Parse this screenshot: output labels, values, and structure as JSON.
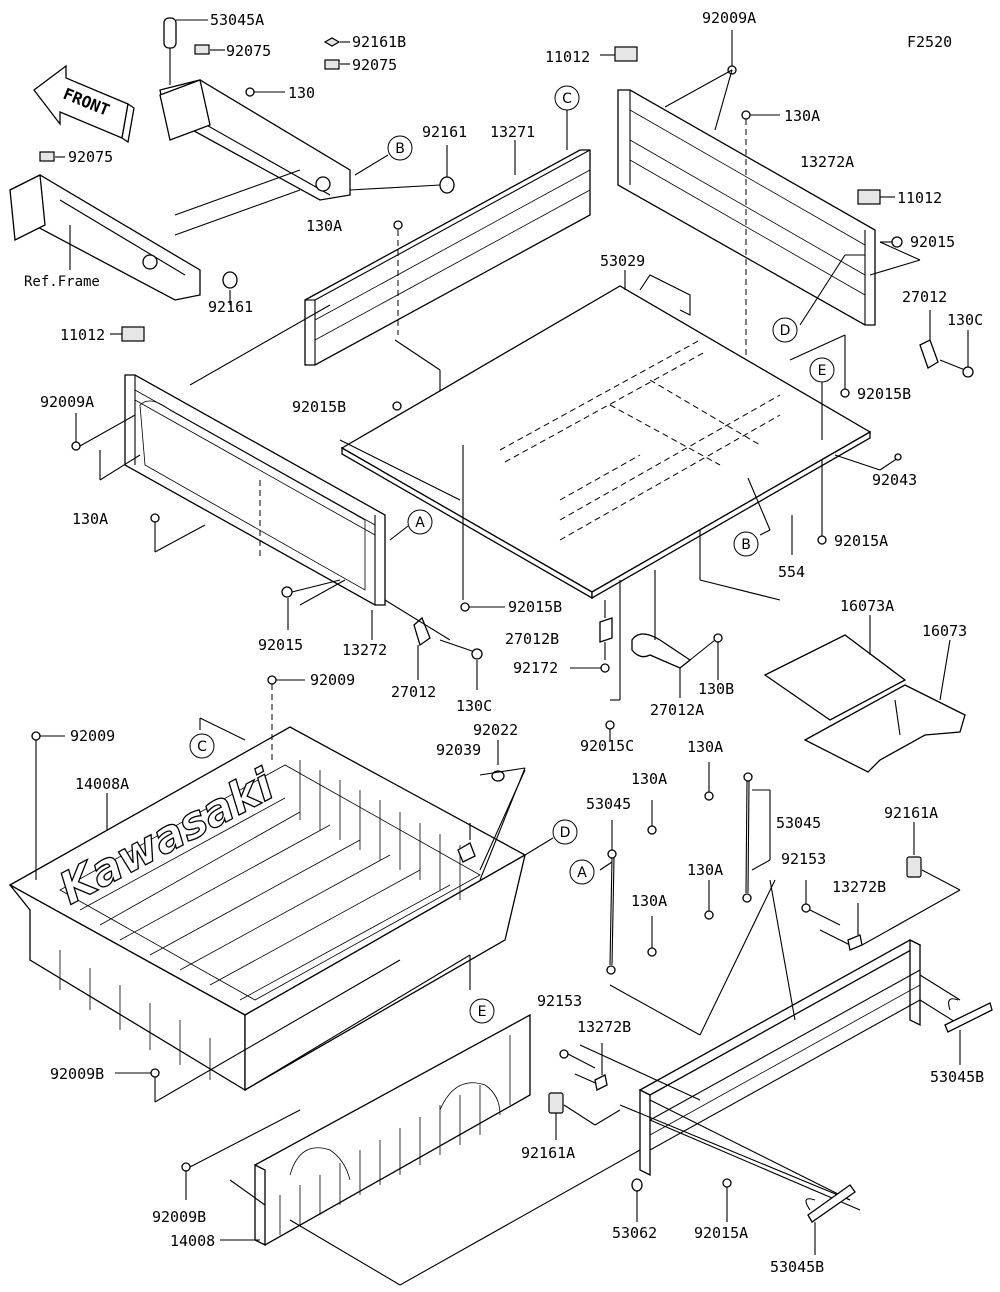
{
  "figure_code": "F2520",
  "front_label": "FRONT",
  "ref_frame_label": "Ref.Frame",
  "brand_text": "Kawasaki",
  "parts": [
    {
      "id": "p53045A",
      "label": "53045A"
    },
    {
      "id": "p92075a",
      "label": "92075"
    },
    {
      "id": "p92161B",
      "label": "92161B"
    },
    {
      "id": "p92075b",
      "label": "92075"
    },
    {
      "id": "p130",
      "label": "130"
    },
    {
      "id": "p92161a",
      "label": "92161"
    },
    {
      "id": "p92075c",
      "label": "92075"
    },
    {
      "id": "p92161b",
      "label": "92161"
    },
    {
      "id": "p13271",
      "label": "13271"
    },
    {
      "id": "p11012a",
      "label": "11012"
    },
    {
      "id": "p92009Aa",
      "label": "92009A"
    },
    {
      "id": "p130Aa",
      "label": "130A"
    },
    {
      "id": "p13272A",
      "label": "13272A"
    },
    {
      "id": "p11012b",
      "label": "11012"
    },
    {
      "id": "p92015a",
      "label": "92015"
    },
    {
      "id": "p27012a",
      "label": "27012"
    },
    {
      "id": "p130Ca",
      "label": "130C"
    },
    {
      "id": "p130Ab",
      "label": "130A"
    },
    {
      "id": "p53029",
      "label": "53029"
    },
    {
      "id": "p11012c",
      "label": "11012"
    },
    {
      "id": "p92009Ab",
      "label": "92009A"
    },
    {
      "id": "p92015Ba",
      "label": "92015B"
    },
    {
      "id": "p92015Bb",
      "label": "92015B"
    },
    {
      "id": "p92043",
      "label": "92043"
    },
    {
      "id": "p130Ac",
      "label": "130A"
    },
    {
      "id": "p92015Aa",
      "label": "92015A"
    },
    {
      "id": "p554",
      "label": "554"
    },
    {
      "id": "p92015Bc",
      "label": "92015B"
    },
    {
      "id": "p92015b",
      "label": "92015"
    },
    {
      "id": "p13272",
      "label": "13272"
    },
    {
      "id": "p27012b",
      "label": "27012"
    },
    {
      "id": "p130Cb",
      "label": "130C"
    },
    {
      "id": "p27012B",
      "label": "27012B"
    },
    {
      "id": "p92172",
      "label": "92172"
    },
    {
      "id": "p130B",
      "label": "130B"
    },
    {
      "id": "p27012A",
      "label": "27012A"
    },
    {
      "id": "p16073A",
      "label": "16073A"
    },
    {
      "id": "p16073",
      "label": "16073"
    },
    {
      "id": "p92009a",
      "label": "92009"
    },
    {
      "id": "p92009b",
      "label": "92009"
    },
    {
      "id": "p92022",
      "label": "92022"
    },
    {
      "id": "p92039",
      "label": "92039"
    },
    {
      "id": "p14008A",
      "label": "14008A"
    },
    {
      "id": "p92015C",
      "label": "92015C"
    },
    {
      "id": "p130Ad",
      "label": "130A"
    },
    {
      "id": "p130Ae",
      "label": "130A"
    },
    {
      "id": "p53045a",
      "label": "53045"
    },
    {
      "id": "p53045b",
      "label": "53045"
    },
    {
      "id": "p92161A",
      "label": "92161A"
    },
    {
      "id": "p92153a",
      "label": "92153"
    },
    {
      "id": "p130Af",
      "label": "130A"
    },
    {
      "id": "p13272Ba",
      "label": "13272B"
    },
    {
      "id": "p130Ag",
      "label": "130A"
    },
    {
      "id": "p92009B",
      "label": "92009B"
    },
    {
      "id": "p92153b",
      "label": "92153"
    },
    {
      "id": "p13272Bb",
      "label": "13272B"
    },
    {
      "id": "p53045Ba",
      "label": "53045B"
    },
    {
      "id": "p92161Ab",
      "label": "92161A"
    },
    {
      "id": "p92009Bb",
      "label": "92009B"
    },
    {
      "id": "p14008",
      "label": "14008"
    },
    {
      "id": "p53062",
      "label": "53062"
    },
    {
      "id": "p92015Ab",
      "label": "92015A"
    },
    {
      "id": "p53045Bb",
      "label": "53045B"
    }
  ],
  "ref_markers": [
    {
      "id": "mB1",
      "letter": "B"
    },
    {
      "id": "mC1",
      "letter": "C"
    },
    {
      "id": "mD1",
      "letter": "D"
    },
    {
      "id": "mE1",
      "letter": "E"
    },
    {
      "id": "mA1",
      "letter": "A"
    },
    {
      "id": "mB2",
      "letter": "B"
    },
    {
      "id": "mC2",
      "letter": "C"
    },
    {
      "id": "mD2",
      "letter": "D"
    },
    {
      "id": "mE2",
      "letter": "E"
    },
    {
      "id": "mA2",
      "letter": "A"
    }
  ]
}
